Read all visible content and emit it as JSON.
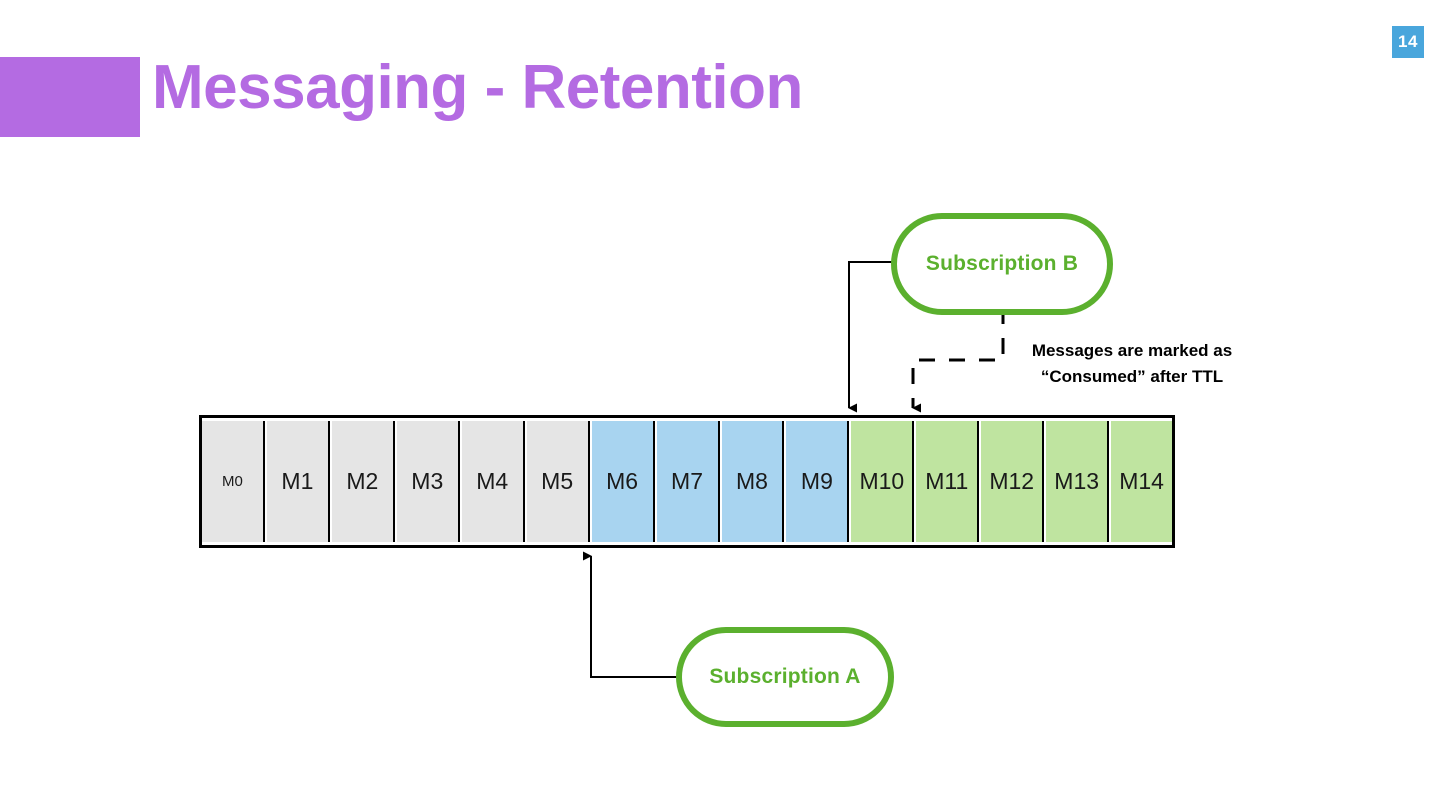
{
  "slide": {
    "number": "14",
    "badge_color": "#49A6DC",
    "title": "Messaging - Retention",
    "title_color": "#B46BE2",
    "accent_color": "#B46BE2"
  },
  "buffer": {
    "label": "message-buffer",
    "colors": {
      "retained": "#E5E5E5",
      "unread": "#A8D4F0",
      "consumed": "#BFE4A0"
    },
    "cells": [
      {
        "label": "M0",
        "state": "gray"
      },
      {
        "label": "M1",
        "state": "gray"
      },
      {
        "label": "M2",
        "state": "gray"
      },
      {
        "label": "M3",
        "state": "gray"
      },
      {
        "label": "M4",
        "state": "gray"
      },
      {
        "label": "M5",
        "state": "gray"
      },
      {
        "label": "M6",
        "state": "blue"
      },
      {
        "label": "M7",
        "state": "blue"
      },
      {
        "label": "M8",
        "state": "blue"
      },
      {
        "label": "M9",
        "state": "blue"
      },
      {
        "label": "M10",
        "state": "green"
      },
      {
        "label": "M11",
        "state": "green"
      },
      {
        "label": "M12",
        "state": "green"
      },
      {
        "label": "M13",
        "state": "green"
      },
      {
        "label": "M14",
        "state": "green"
      }
    ]
  },
  "subscriptions": {
    "b": {
      "label": "Subscription B",
      "color": "#5BB02E"
    },
    "a": {
      "label": "Subscription A",
      "color": "#5BB02E"
    }
  },
  "note": {
    "line1": "Messages are marked as",
    "line2": "“Consumed” after TTL"
  }
}
